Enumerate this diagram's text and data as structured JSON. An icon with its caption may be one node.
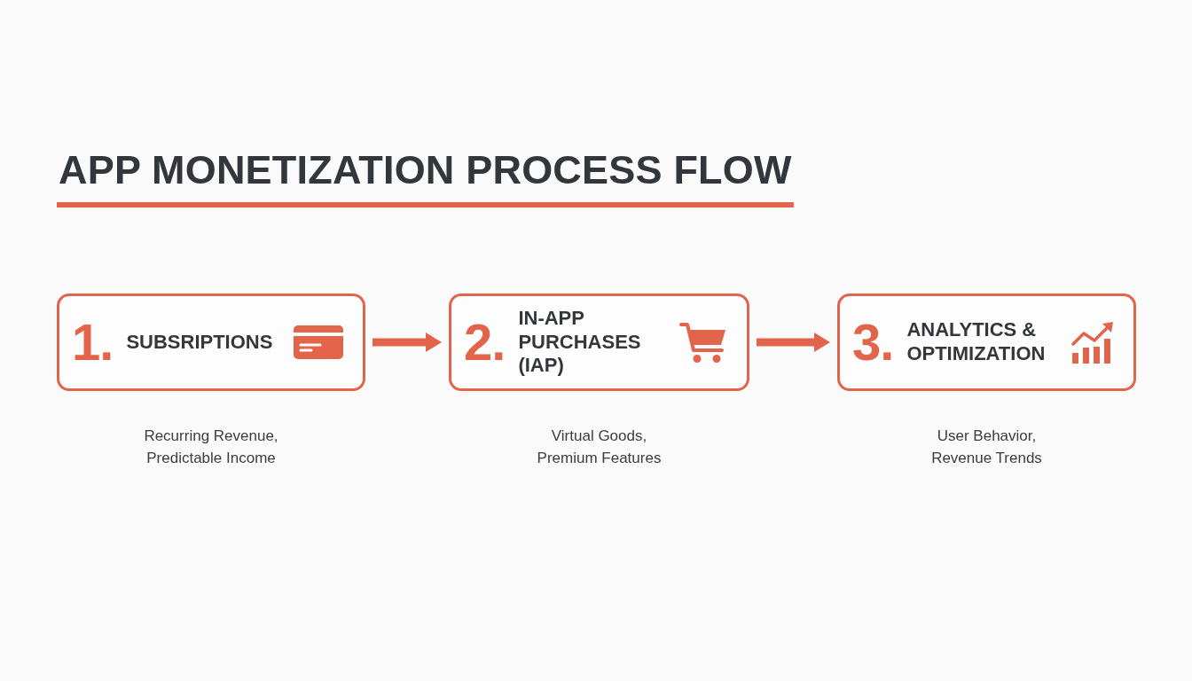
{
  "diagram": {
    "title": "APP MONETIZATION PROCESS FLOW",
    "nodes": [
      {
        "text": [
          "1.",
          "SUBSRIPTIONS"
        ],
        "beside": [
          "Recurring Revenue, Predictable Income"
        ]
      },
      {
        "text": [
          "2.",
          "IN-APP PURCHASES (IAP)"
        ],
        "beside": [
          "Virtual Goods, Premium Features"
        ]
      },
      {
        "text": [
          "3.",
          "ANALYTICS & OPTIMIZATION"
        ],
        "beside": [
          "User Behavior, Revenue Trends"
        ]
      }
    ],
    "edges": [
      {
        "from": 0,
        "to": 1,
        "arrow": "to"
      },
      {
        "from": 1,
        "to": 2,
        "arrow": "to"
      }
    ]
  }
}
